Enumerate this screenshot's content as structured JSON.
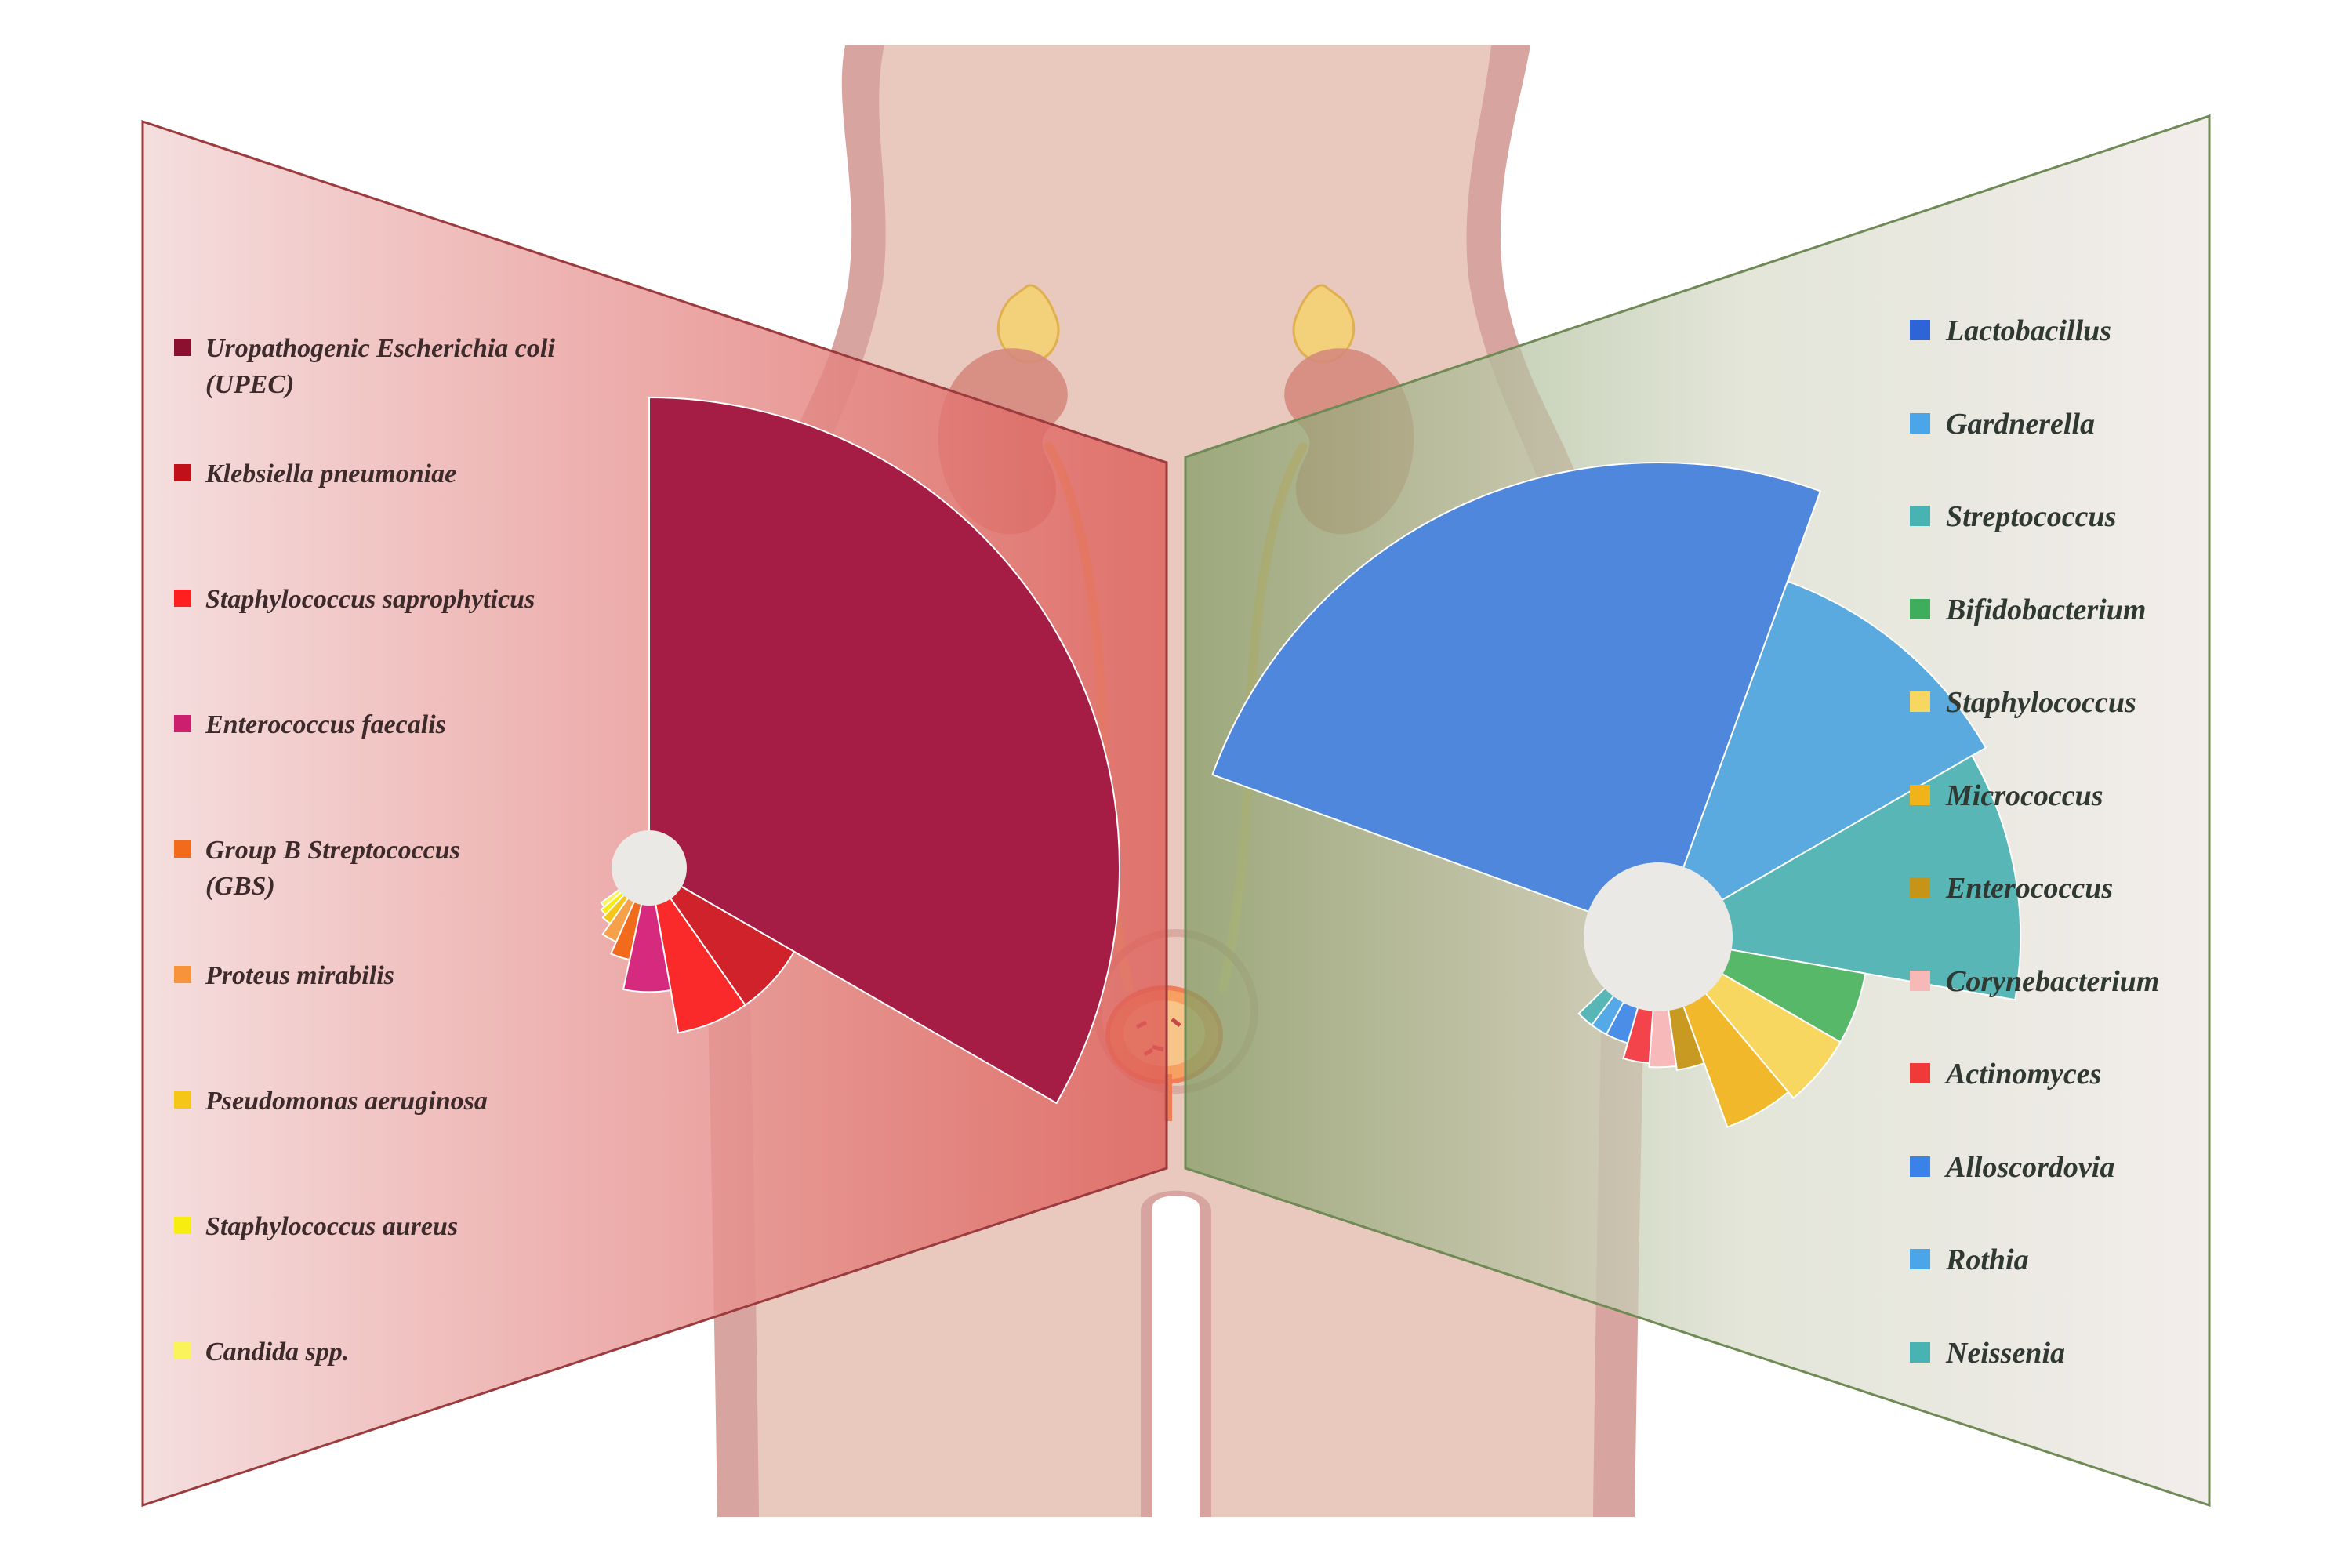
{
  "figure": {
    "left_panel": {
      "theme_color": "#d9635f",
      "legend": [
        {
          "label": "Uropathogenic Escherichia coli\n(UPEC)",
          "color": "#8b0f2f"
        },
        {
          "label": "Klebsiella pneumoniae",
          "color": "#c0101a"
        },
        {
          "label": "Staphylococcus saprophyticus",
          "color": "#ff1f1f"
        },
        {
          "label": "Enterococcus faecalis",
          "color": "#cc1f6e"
        },
        {
          "label": "Group B Streptococcus\n  (GBS)",
          "color": "#f26a1b"
        },
        {
          "label": "Proteus mirabilis",
          "color": "#f7933a"
        },
        {
          "label": "Pseudomonas aeruginosa",
          "color": "#f5c518"
        },
        {
          "label": "Staphylococcus aureus",
          "color": "#f7ee0f"
        },
        {
          "label": "Candida spp.",
          "color": "#fbf35c"
        }
      ],
      "rose_chart": {
        "type": "polar-area",
        "sectors": [
          {
            "name": "Uropathogenic Escherichia coli (UPEC)",
            "value": 1.0,
            "color": "#a51c45"
          },
          {
            "name": "Klebsiella pneumoniae",
            "value": 0.3,
            "color": "#d0222a"
          },
          {
            "name": "Staphylococcus saprophyticus",
            "value": 0.3,
            "color": "#fa2a2a"
          },
          {
            "name": "Enterococcus faecalis",
            "value": 0.2,
            "color": "#d62a7f"
          },
          {
            "name": "Group B Streptococcus (GBS)",
            "value": 0.13,
            "color": "#f26a1b"
          },
          {
            "name": "Proteus mirabilis",
            "value": 0.1,
            "color": "#f7a04a"
          },
          {
            "name": "Pseudomonas aeruginosa",
            "value": 0.07,
            "color": "#f5c518"
          },
          {
            "name": "Staphylococcus aureus",
            "value": 0.06,
            "color": "#f7ee0f"
          },
          {
            "name": "Candida spp.",
            "value": 0.05,
            "color": "#fbf35c"
          }
        ]
      }
    },
    "right_panel": {
      "theme_color": "#9bb087",
      "legend": [
        {
          "label": "Lactobacillus",
          "color": "#2f63d8"
        },
        {
          "label": "Gardnerella",
          "color": "#4aa6e8"
        },
        {
          "label": "Streptococcus",
          "color": "#48b3b3"
        },
        {
          "label": "Bifidobacterium",
          "color": "#3fae5c"
        },
        {
          "label": "Staphylococcus",
          "color": "#f7d760"
        },
        {
          "label": "Micrococcus",
          "color": "#f0b41a"
        },
        {
          "label": "Enterococcus",
          "color": "#c69518"
        },
        {
          "label": "Corynebacterium",
          "color": "#f7b8b8"
        },
        {
          "label": "Actinomyces",
          "color": "#f03a3a"
        },
        {
          "label": "Alloscordovia",
          "color": "#3b82e8"
        },
        {
          "label": "Rothia",
          "color": "#4aa6e8"
        },
        {
          "label": "Neissenia",
          "color": "#48b3b3"
        }
      ],
      "rose_chart": {
        "type": "polar-area",
        "sectors": [
          {
            "name": "Lactobacillus",
            "value": 1.0,
            "color": "#4f87dc"
          },
          {
            "name": "Gardnerella",
            "value": 0.76,
            "color": "#5aaadf"
          },
          {
            "name": "Streptococcus",
            "value": 0.72,
            "color": "#58b6b6"
          },
          {
            "name": "Bifidobacterium",
            "value": 0.34,
            "color": "#58b86a"
          },
          {
            "name": "Staphylococcus",
            "value": 0.34,
            "color": "#f7d760"
          },
          {
            "name": "Micrococcus",
            "value": 0.32,
            "color": "#f0b82a"
          },
          {
            "name": "Enterococcus",
            "value": 0.15,
            "color": "#c99a22"
          },
          {
            "name": "Corynebacterium",
            "value": 0.14,
            "color": "#f7b9b9"
          },
          {
            "name": "Actinomyces",
            "value": 0.13,
            "color": "#f2444a"
          },
          {
            "name": "Alloscordovia",
            "value": 0.09,
            "color": "#4a8ee8"
          },
          {
            "name": "Rothia",
            "value": 0.09,
            "color": "#55a9e6"
          },
          {
            "name": "Neissenia",
            "value": 0.09,
            "color": "#58b6b6"
          }
        ]
      }
    },
    "body_silhouette": {
      "skin_color": "#e9c8bd",
      "outline_color": "#d9a8a3",
      "organs": [
        "kidney-left",
        "kidney-right",
        "adrenal-gland-left",
        "adrenal-gland-right",
        "ureter-left",
        "ureter-right",
        "bladder"
      ]
    }
  }
}
